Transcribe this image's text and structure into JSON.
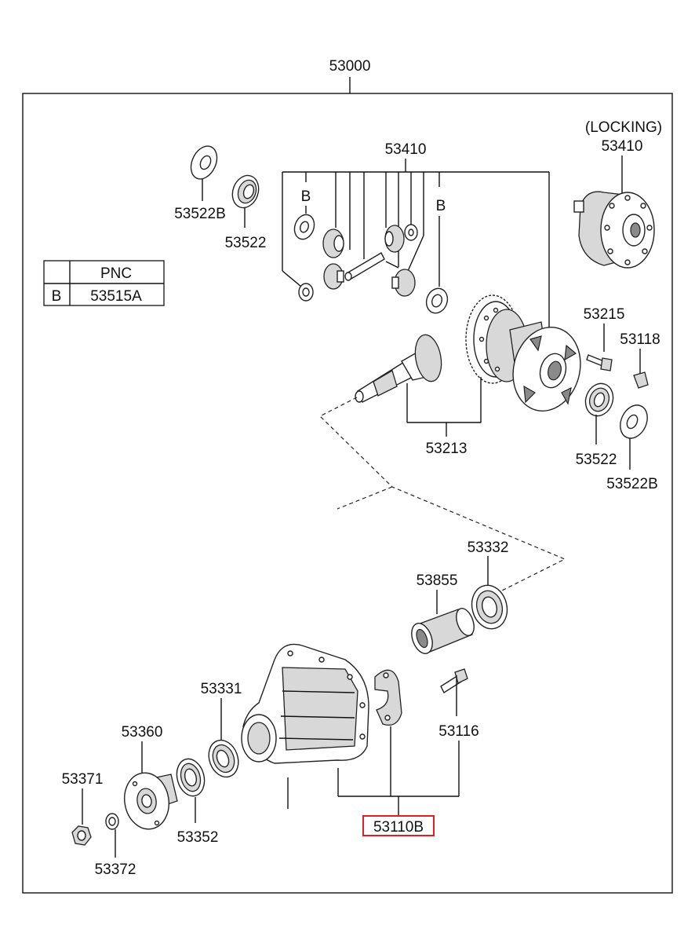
{
  "top_label": "53000",
  "pnc_table": {
    "header_pnc": "PNC",
    "row_key": "B",
    "row_pnc": "53515A"
  },
  "labels": {
    "c53410": "53410",
    "b_left": "B",
    "b_right": "B",
    "locking": "(LOCKING)",
    "locking_pnc": "53410",
    "w53522b_top": "53522B",
    "b53522_top": "53522",
    "p53215": "53215",
    "p53118": "53118",
    "p53213": "53213",
    "b53522_bottom": "53522",
    "w53522b_bottom": "53522B",
    "p53332": "53332",
    "p53855": "53855",
    "p53331": "53331",
    "p53360": "53360",
    "p53116": "53116",
    "p53371": "53371",
    "p53352": "53352",
    "p53372": "53372",
    "p53110b": "53110B"
  },
  "highlight_color": "#e02020"
}
